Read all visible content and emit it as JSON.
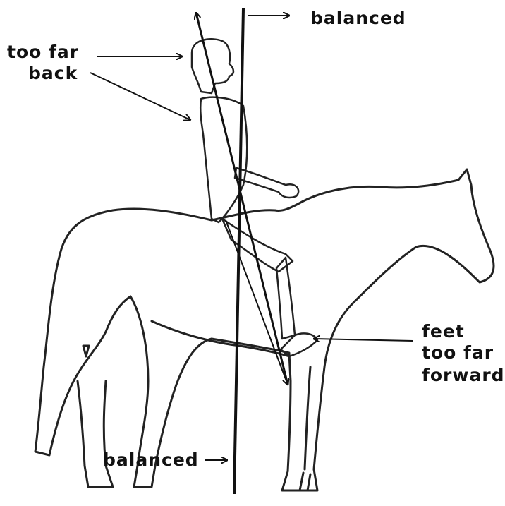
{
  "labels": {
    "balanced_top": "balanced",
    "too_far_back_line1": "too far",
    "too_far_back_line2": "back",
    "feet_line1": "feet",
    "feet_line2": "too far",
    "feet_line3": "forward",
    "balanced_bottom": "balanced"
  },
  "colors": {
    "ink": "#111111",
    "outline": "#222222",
    "background": "#ffffff"
  }
}
